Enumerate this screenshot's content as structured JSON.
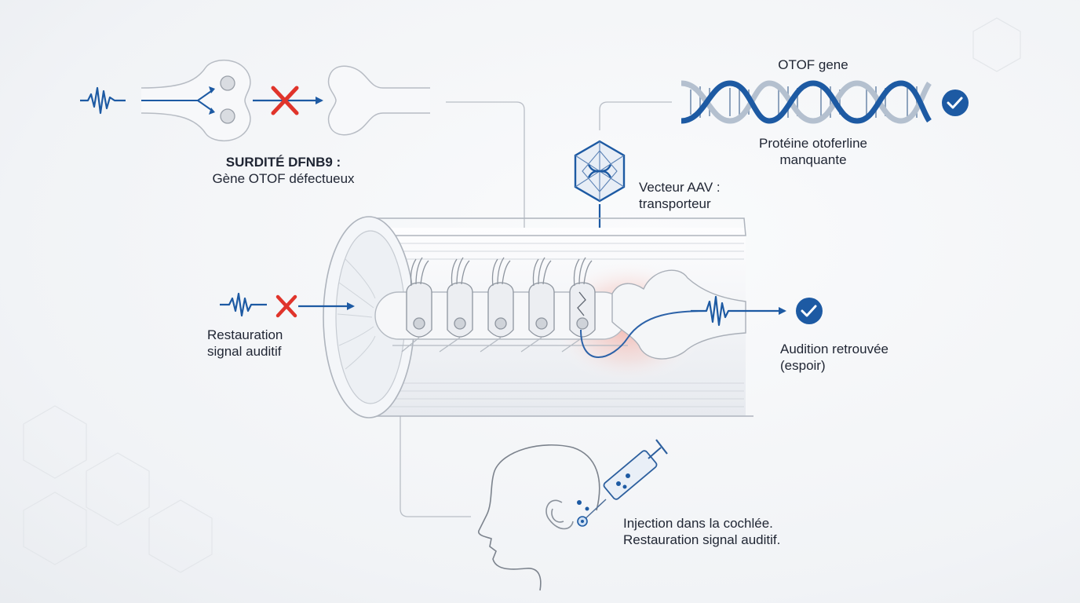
{
  "defect": {
    "title": "SURDITÉ DFNB9 :",
    "subtitle": "Gène OTOF défectueux"
  },
  "gene": {
    "label": "OTOF gene",
    "protein_line1": "Protéine otoferline",
    "protein_line2": "manquante"
  },
  "vector": {
    "line1": "Vecteur AAV :",
    "line2": "transporteur"
  },
  "left_signal": {
    "line1": "Restauration",
    "line2": "signal auditif"
  },
  "outcome": {
    "line1": "Audition retrouvée",
    "line2": "(espoir)"
  },
  "injection": {
    "line1": "Injection dans la cochlée.",
    "line2": "Restauration signal auditif."
  },
  "colors": {
    "accent_blue": "#1d5aa3",
    "error_red": "#e0342b",
    "line_gray": "#b9bec6",
    "highlight_red": "#f3a49a"
  }
}
